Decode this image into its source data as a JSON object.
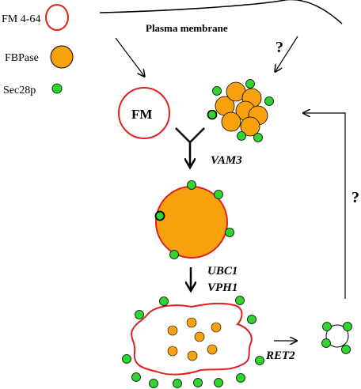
{
  "legend": {
    "fm_label": "FM 4-64",
    "fbpase_label": "FBPase",
    "sec28p_label": "Sec28p"
  },
  "membrane_label": "Plasma membrane",
  "fm_circle_label": "FM",
  "question_mark": "?",
  "genes": {
    "vam3": "VAM3",
    "ubc1": "UBC1",
    "vph1": "VPH1",
    "ret2": "RET2"
  },
  "colors": {
    "fm_red": "#e02020",
    "fbpase_orange": "#f7a10c",
    "sec28p_green": "#2fd62f",
    "outline": "#000000"
  }
}
